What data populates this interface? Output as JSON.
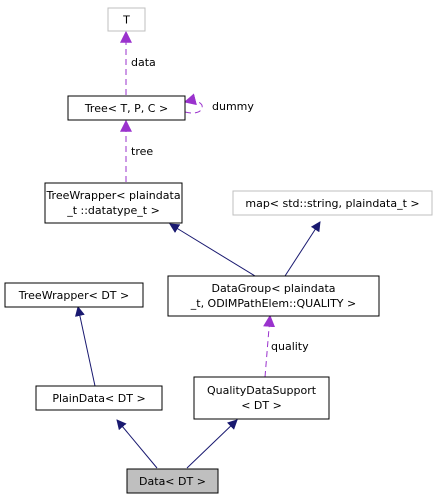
{
  "nodes": {
    "t": {
      "lines": [
        "T"
      ]
    },
    "tree": {
      "lines": [
        "Tree< T, P, C >"
      ]
    },
    "tree_wrapper_plaindata": {
      "lines": [
        "TreeWrapper< plaindata",
        "_t ::datatype_t >"
      ]
    },
    "map": {
      "lines": [
        "map< std::string, plaindata_t >"
      ]
    },
    "tree_wrapper_dt": {
      "lines": [
        "TreeWrapper< DT >"
      ]
    },
    "data_group": {
      "lines": [
        "DataGroup< plaindata",
        "_t, ODIMPathElem::QUALITY >"
      ]
    },
    "plain_data": {
      "lines": [
        "PlainData< DT >"
      ]
    },
    "quality_support": {
      "lines": [
        "QualityDataSupport",
        "< DT >"
      ]
    },
    "data": {
      "lines": [
        "Data< DT >"
      ]
    }
  },
  "edge_labels": {
    "data": "data",
    "dummy": "dummy",
    "tree": "tree",
    "quality": "quality"
  },
  "colors": {
    "inheritance": "#191970",
    "usage": "#9a32cd",
    "highlight_fill": "#bfbfbf",
    "box_border": "#000000",
    "muted_border": "#bfbfbf"
  }
}
